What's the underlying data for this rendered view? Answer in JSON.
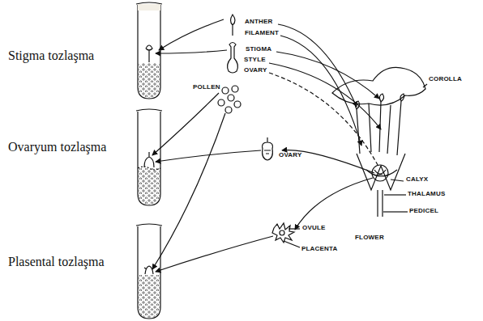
{
  "diagram": {
    "labels": [
      "Stigma tozlaşma",
      "Ovaryum tozlaşma",
      "Plasental tozlaşma",
      "ANTHER",
      "FILAMENT",
      "STIGMA",
      "STYLE",
      "OVARY",
      "POLLEN",
      "COROLLA",
      "OVARY",
      "CALYX",
      "THALAMUS",
      "OVULE",
      "PEDICEL",
      "FLOWER",
      "PLACENTA"
    ]
  }
}
